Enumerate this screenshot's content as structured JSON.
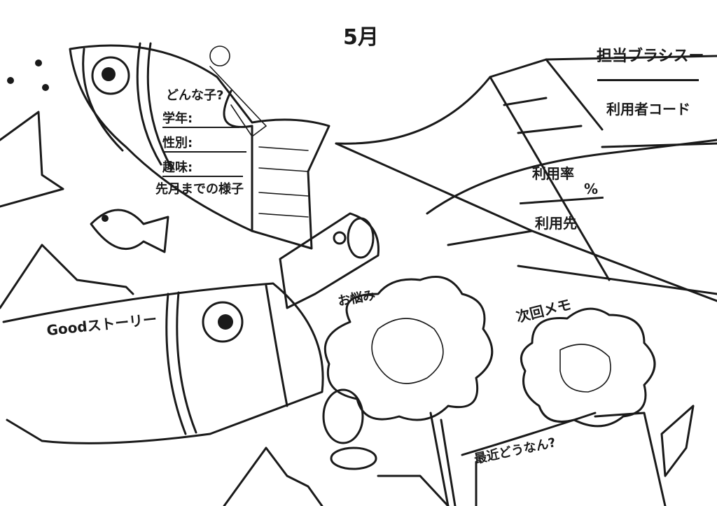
{
  "month": "5月",
  "profile": {
    "title": "どんな子?",
    "grade_label": "学年:",
    "gender_label": "性別:",
    "hobby_label": "趣味:",
    "last_month_label": "先月までの様子"
  },
  "usage": {
    "staff_label": "担当ブラシスー",
    "user_code_label": "利用者コード",
    "rate_label": "利用率",
    "percent_sign": "%",
    "destination_label": "利用先"
  },
  "good_story_label": "Goodストーリー",
  "worries_label": "お悩み",
  "next_memo_label": "次回メモ",
  "recent_label": "最近どうなん?"
}
